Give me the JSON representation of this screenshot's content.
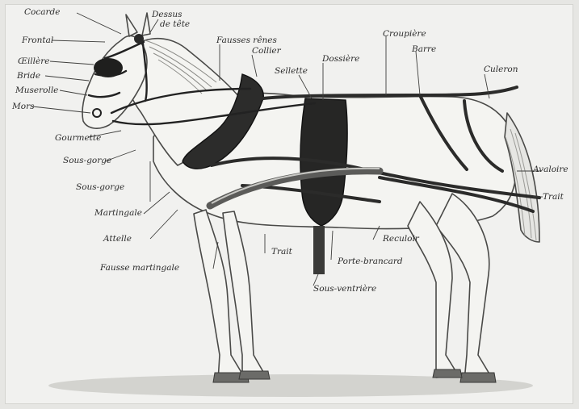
{
  "labels": {
    "cocarde": "Cocarde",
    "frontal": "Frontal",
    "oillere": "Œillère",
    "bride": "Bride",
    "muserolle": "Muserolle",
    "mors": "Mors",
    "gourmette": "Gourmette",
    "sousgorge": "Sous-gorge",
    "sousgorge2": "Sous-gorge",
    "dessus_de_tete": "Dessus",
    "dessus_de_tete_2": "de tête",
    "fausses_rênes": "Fausses rênes",
    "collier": "Collier",
    "sellette": "Sellette",
    "dossiere": "Dossière",
    "croupiere": "Croupière",
    "barre": "Barre",
    "culeron": "Culeron",
    "avaloire": "Avaloire",
    "trait_right": "Trait",
    "martingale": "Martingale",
    "attelle": "Attelle",
    "fausse_martingale": "Fausse martingale",
    "trait_bottom": "Trait",
    "porte_brancard": "Porte-brancard",
    "reculoir": "Reculoir",
    "sous_ventriere": "Sous-ventrière"
  }
}
